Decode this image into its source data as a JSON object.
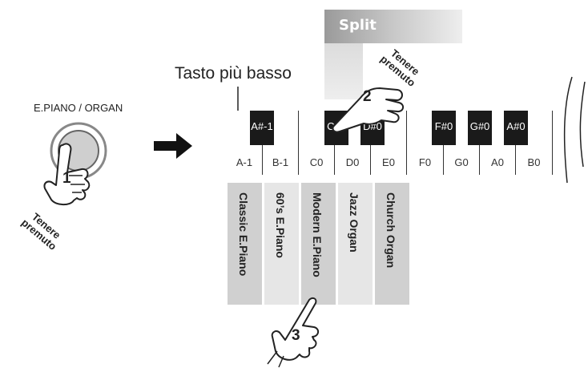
{
  "split_label": "Split",
  "lowest_key_caption": "Tasto più basso",
  "button_label": "E.PIANO / ORGAN",
  "hold_text_line1": "Tenere",
  "hold_text_line2": "premuto",
  "steps": [
    "1",
    "2",
    "3"
  ],
  "keyboard": {
    "white_keys": [
      "A-1",
      "B-1",
      "C0",
      "D0",
      "E0",
      "F0",
      "G0",
      "A0",
      "B0"
    ],
    "black_keys": [
      "A#-1",
      "C#0",
      "D#0",
      "F#0",
      "G#0",
      "A#0"
    ]
  },
  "sounds": [
    {
      "name": "Classic E.Piano",
      "color": "#c8c8c8"
    },
    {
      "name": "60’s E.Piano",
      "color": "#e6e6e6"
    },
    {
      "name": "Modern E.Piano",
      "color": "#c8c8c8"
    },
    {
      "name": "Jazz Organ",
      "color": "#e6e6e6"
    },
    {
      "name": "Church Organ",
      "color": "#c8c8c8"
    }
  ]
}
